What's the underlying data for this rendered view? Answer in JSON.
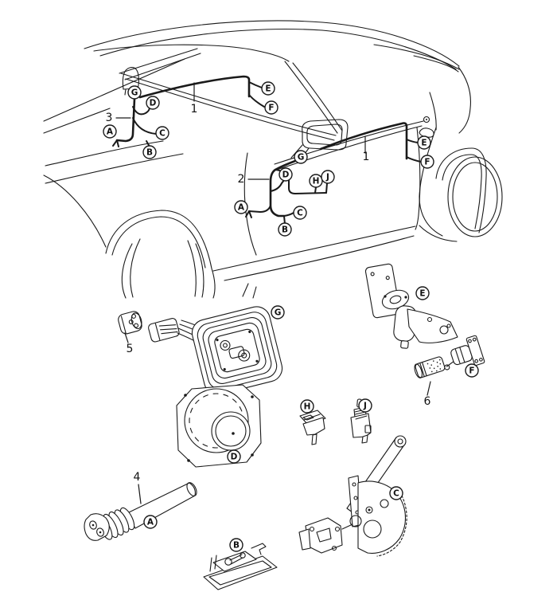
{
  "page": {
    "background": "#ffffff",
    "ink": "#1a1a1a"
  },
  "vehicle": {
    "harness_numbers": [
      {
        "id": "front-harness",
        "label": "3"
      },
      {
        "id": "roof-harness-front",
        "label": "1"
      },
      {
        "id": "door-harness",
        "label": "2"
      },
      {
        "id": "roof-harness-door",
        "label": "1"
      }
    ],
    "connector_callouts": [
      {
        "pos": "front",
        "label": "G"
      },
      {
        "pos": "front",
        "label": "D"
      },
      {
        "pos": "front",
        "label": "A"
      },
      {
        "pos": "front",
        "label": "C"
      },
      {
        "pos": "front",
        "label": "B"
      },
      {
        "pos": "front",
        "label": "E"
      },
      {
        "pos": "front",
        "label": "F"
      },
      {
        "pos": "door",
        "label": "G"
      },
      {
        "pos": "door",
        "label": "D"
      },
      {
        "pos": "door",
        "label": "H"
      },
      {
        "pos": "door",
        "label": "J"
      },
      {
        "pos": "door",
        "label": "A"
      },
      {
        "pos": "door",
        "label": "C"
      },
      {
        "pos": "door",
        "label": "B"
      },
      {
        "pos": "door",
        "label": "E"
      },
      {
        "pos": "door",
        "label": "F"
      }
    ]
  },
  "components": {
    "callouts": [
      {
        "part": "mirror-assembly",
        "label": "G"
      },
      {
        "part": "window-motor",
        "label": "E"
      },
      {
        "part": "lock-actuator",
        "label": "F"
      },
      {
        "part": "speaker",
        "label": "D"
      },
      {
        "part": "rocker-switch",
        "label": "H"
      },
      {
        "part": "plunger-switch",
        "label": "J"
      },
      {
        "part": "grommet-tube",
        "label": "A"
      },
      {
        "part": "courtesy-lamp",
        "label": "B"
      },
      {
        "part": "window-regulator",
        "label": "C"
      }
    ],
    "part_numbers": [
      {
        "part": "mirror-connector",
        "label": "5"
      },
      {
        "part": "bulb-insert",
        "label": "6"
      },
      {
        "part": "grommet-tube",
        "label": "4"
      }
    ]
  }
}
